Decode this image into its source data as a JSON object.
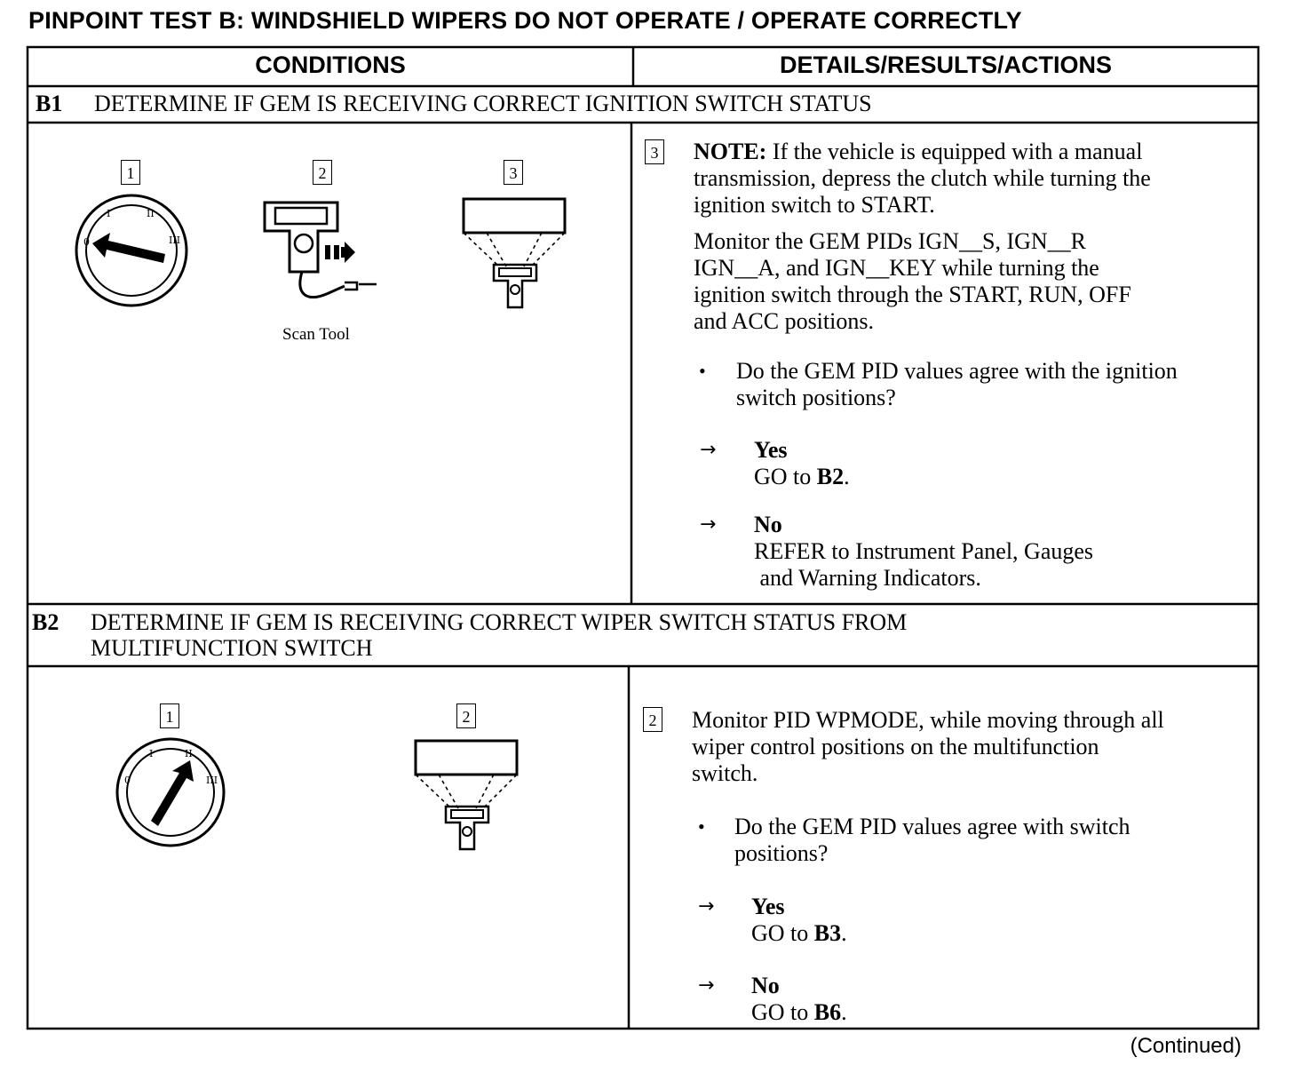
{
  "title": "PINPOINT TEST B:  WINDSHIELD WIPERS DO NOT OPERATE / OPERATE CORRECTLY",
  "headers": {
    "conditions": "CONDITIONS",
    "details": "DETAILS/RESULTS/ACTIONS"
  },
  "steps": [
    {
      "id": "B1",
      "title": "DETERMINE IF GEM IS RECEIVING CORRECT IGNITION SWITCH STATUS",
      "illustration_numbers": [
        "1",
        "2",
        "3"
      ],
      "scan_tool_caption": "Scan Tool",
      "action_number": "3",
      "note_label": "NOTE:",
      "note_text": [
        " If the vehicle is equipped with a manual",
        "transmission, depress the clutch while turning the",
        "ignition switch to START."
      ],
      "monitor_text": [
        "Monitor the GEM PIDs IGN__S, IGN__R",
        "IGN__A, and IGN__KEY while turning the",
        "ignition switch through the START, RUN, OFF",
        "and ACC positions."
      ],
      "question": [
        "Do the GEM PID values agree with the ignition",
        "switch positions?"
      ],
      "yes_label": "Yes",
      "yes_action_prefix": "GO to ",
      "yes_target": "B2",
      "no_label": "No",
      "no_action": [
        "REFER to Instrument Panel, Gauges",
        " and Warning Indicators."
      ]
    },
    {
      "id": "B2",
      "title_lines": [
        "DETERMINE IF GEM IS RECEIVING CORRECT WIPER SWITCH STATUS FROM",
        "MULTIFUNCTION SWITCH"
      ],
      "illustration_numbers": [
        "1",
        "2"
      ],
      "action_number": "2",
      "monitor_text": [
        "Monitor PID WPMODE, while moving through all",
        "wiper control positions on the multifunction",
        "switch."
      ],
      "question": [
        "Do the GEM PID values agree with switch",
        "positions?"
      ],
      "yes_label": "Yes",
      "yes_action_prefix": "GO to ",
      "yes_target": "B3",
      "no_label": "No",
      "no_action_prefix": "GO to ",
      "no_target": "B6"
    }
  ],
  "bullet_glyph": "•",
  "arrow_glyph": "→",
  "period": ".",
  "continued": "(Continued)",
  "icons": [
    "ignition-switch-icon",
    "scan-tool-icon",
    "scan-tool-display-icon"
  ]
}
